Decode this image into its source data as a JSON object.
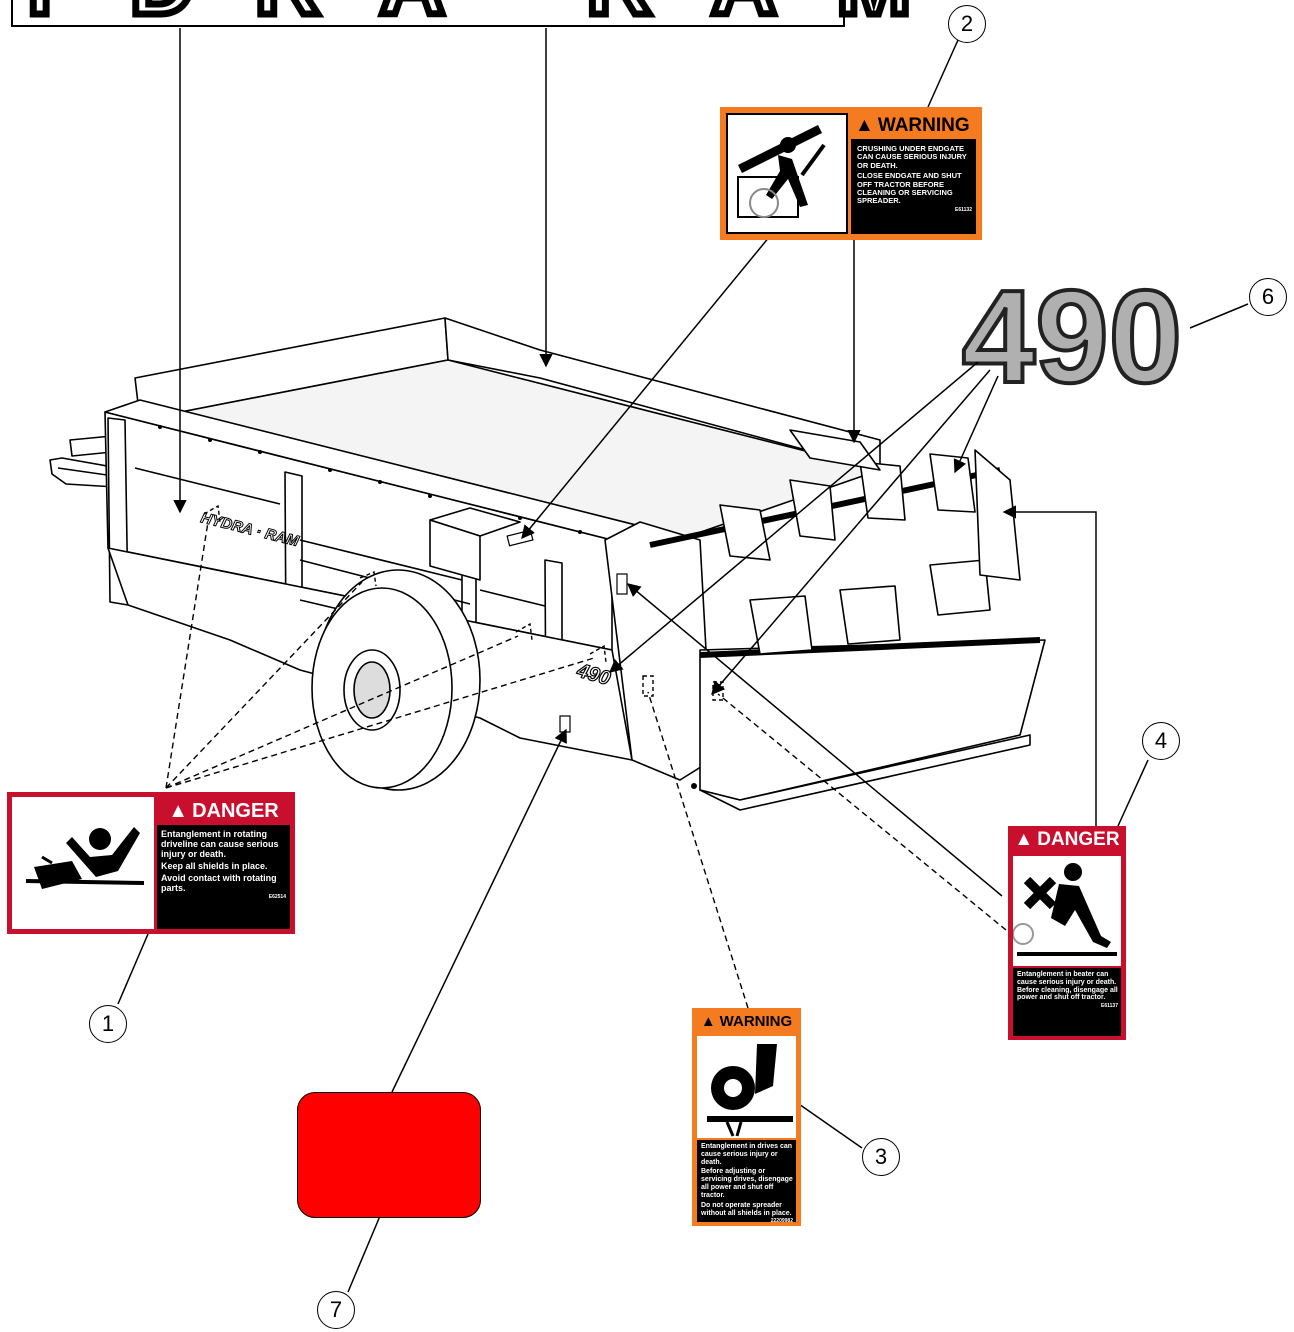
{
  "title_banner": {
    "text": "HYDRA RAM"
  },
  "model_number": {
    "text": "490"
  },
  "machine_labels": {
    "side_logo": "HYDRA · RAM",
    "side_model": "490"
  },
  "callouts": [
    "1",
    "2",
    "3",
    "4",
    "6",
    "7"
  ],
  "decals": {
    "d1": {
      "header": "DANGER",
      "lines": [
        "Entanglement in rotating driveline can cause serious injury or death.",
        "Keep all shields in place.",
        "Avoid contact with rotating parts."
      ],
      "code": "E62514"
    },
    "d2": {
      "header": "WARNING",
      "lines": [
        "CRUSHING UNDER ENDGATE CAN CAUSE SERIOUS INJURY OR DEATH.",
        "CLOSE ENDGATE AND SHUT OFF TRACTOR BEFORE CLEANING OR SERVICING SPREADER."
      ],
      "code": "E61132"
    },
    "d3": {
      "header": "WARNING",
      "lines": [
        "Entanglement in drives can cause serious injury or death.",
        "Before adjusting or servicing drives, disengage all power and shut off tractor.",
        "Do not operate spreader without all shields in place."
      ],
      "code": "22209982"
    },
    "d4": {
      "header": "DANGER",
      "lines": [
        "Entanglement in beater can cause serious injury or death. Before cleaning, disengage all power and shut off tractor."
      ],
      "code": "E61137"
    }
  },
  "colors": {
    "danger_red": "#c8102e",
    "warning_orange": "#f47b20",
    "reflector_red": "#ff0000",
    "model_gray": "#b0b0b0"
  }
}
